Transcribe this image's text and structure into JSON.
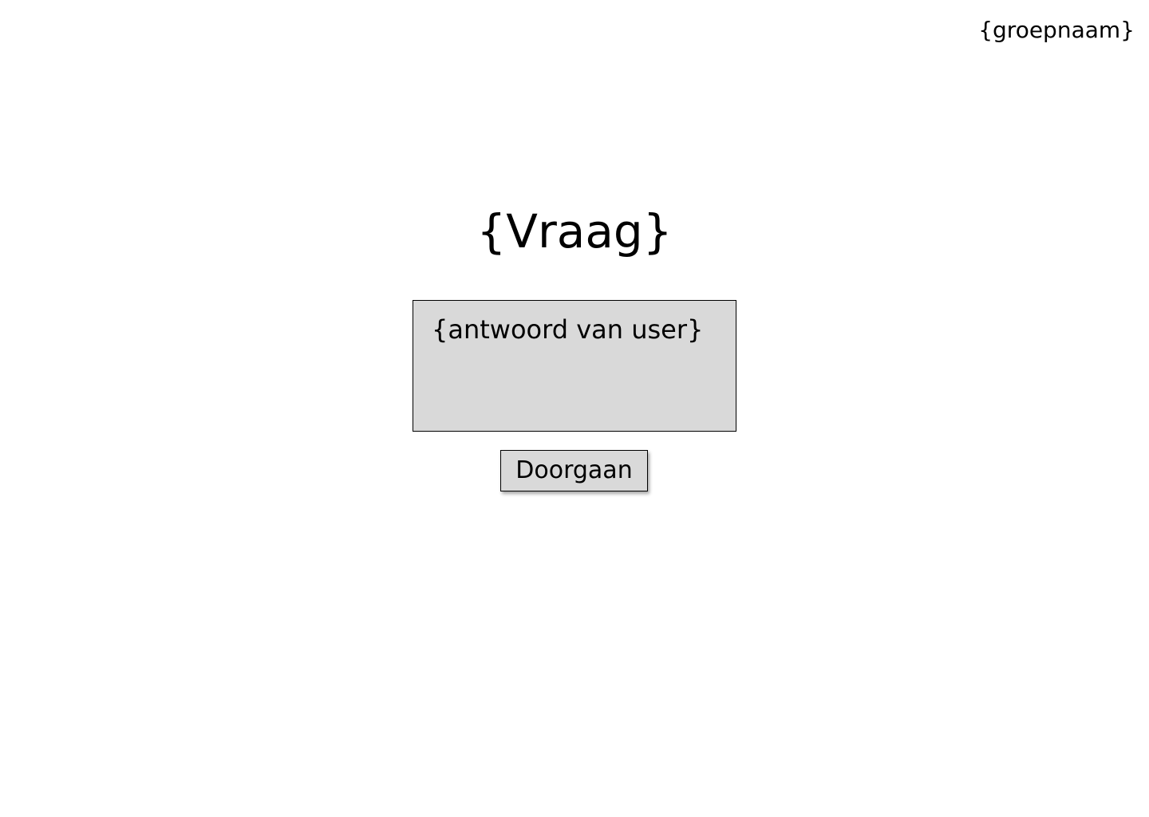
{
  "header": {
    "group_name": "{groepnaam}"
  },
  "main": {
    "question": "{Vraag}",
    "answer_value": "{antwoord van user}",
    "continue_label": "Doorgaan"
  },
  "colors": {
    "background": "#ffffff",
    "answer_box_fill": "#d9d9d9",
    "button_fill": "#d9d9d9",
    "border": "#000000"
  }
}
